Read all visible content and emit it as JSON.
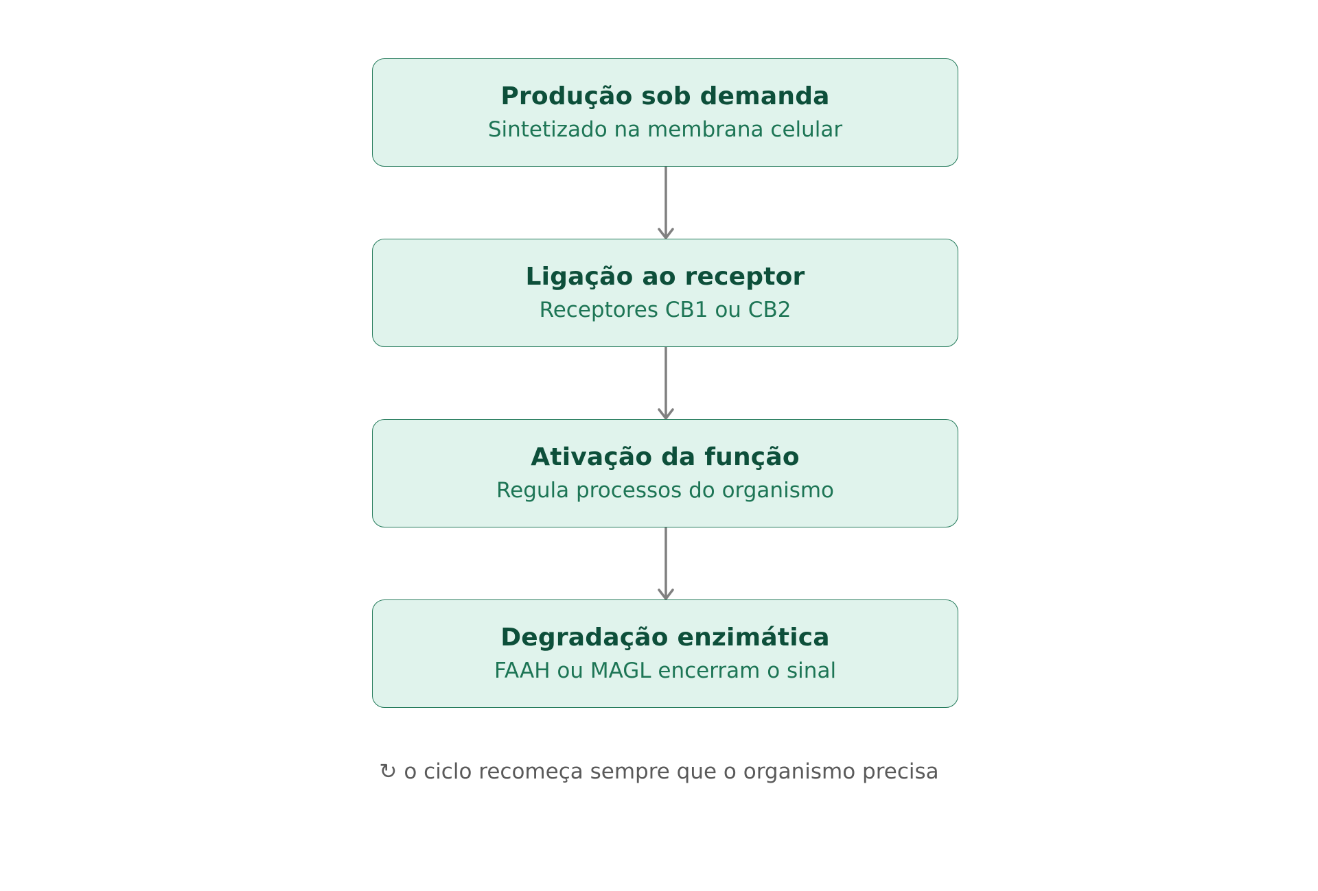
{
  "steps": [
    {
      "title": "Produção sob demanda",
      "subtitle": "Sintetizado na membrana celular"
    },
    {
      "title": "Ligação ao receptor",
      "subtitle": "Receptores CB1 ou CB2"
    },
    {
      "title": "Ativação da função",
      "subtitle": "Regula processos do organismo"
    },
    {
      "title": "Degradação enzimática",
      "subtitle": "FAAH ou MAGL encerram o sinal"
    }
  ],
  "footer": {
    "icon": "cycle-arrow-icon",
    "icon_glyph": "↻",
    "text": "o ciclo recomeça sempre que o organismo precisa"
  },
  "colors": {
    "box_fill": "#e0f3ec",
    "box_border": "#237a5a",
    "title": "#0d4f3a",
    "subtitle": "#1d7555",
    "arrow": "#808080",
    "footer_text": "#5a5a5a"
  }
}
